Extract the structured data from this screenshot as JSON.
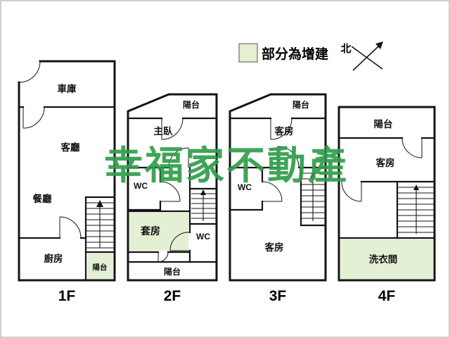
{
  "colors": {
    "addition_fill": "#e3f0d3",
    "watermark_green": "#2f9e4a",
    "wall": "#141414"
  },
  "legend": {
    "label": "部分為增建"
  },
  "compass": {
    "north": "北"
  },
  "watermark": {
    "text": "幸福家不動產"
  },
  "floors": [
    {
      "label": "1F",
      "rooms": {
        "garage": "車庫",
        "living": "客廳",
        "dining": "餐廳",
        "kitchen": "廚房",
        "balcony": "陽台"
      }
    },
    {
      "label": "2F",
      "rooms": {
        "balcony_top": "陽台",
        "master": "主臥",
        "wc_upper": "WC",
        "suite": "套房",
        "wc_lower": "WC",
        "balcony_bottom": "陽台"
      }
    },
    {
      "label": "3F",
      "rooms": {
        "balcony_top": "陽台",
        "guest_upper": "客房",
        "wc": "WC",
        "guest_lower": "客房"
      }
    },
    {
      "label": "4F",
      "rooms": {
        "balcony": "陽台",
        "guest": "客房",
        "laundry": "洗衣間"
      }
    }
  ]
}
